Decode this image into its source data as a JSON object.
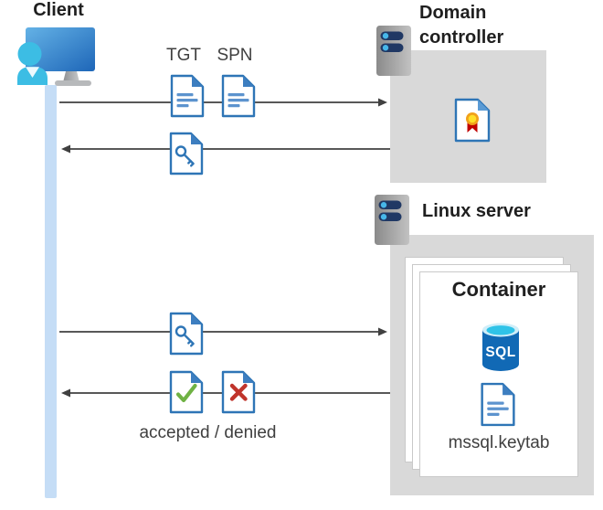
{
  "client": {
    "label": "Client"
  },
  "flow": {
    "tgt_label": "TGT",
    "spn_label": "SPN",
    "accepted_denied_label": "accepted / denied"
  },
  "domain_controller": {
    "label": "Domain controller"
  },
  "linux_server": {
    "label": "Linux server",
    "container": {
      "label": "Container",
      "sql_badge": "SQL",
      "keytab_label": "mssql.keytab"
    }
  },
  "colors": {
    "box_background": "#d9d9d9",
    "document_blue": "#2e75b6",
    "document_fold_blue": "#3d7ec0",
    "certificate_fold_blue": "#5b9bd5",
    "document_line_blue": "#5c93ce",
    "arrow_gray": "#404040",
    "lifeline_blue": "#c5ddf6",
    "accepted_green": "#6fb244",
    "denied_red": "#c0342b",
    "sql_body_blue": "#1169b5",
    "sql_top_cyan": "#2fc3e8",
    "server_slot_navy": "#203864",
    "server_dot_blue": "#47b7e9",
    "rosette_yellow": "#ffdf29",
    "rosette_ring_orange": "#f1a11b",
    "ribbon_red": "#c00000"
  }
}
